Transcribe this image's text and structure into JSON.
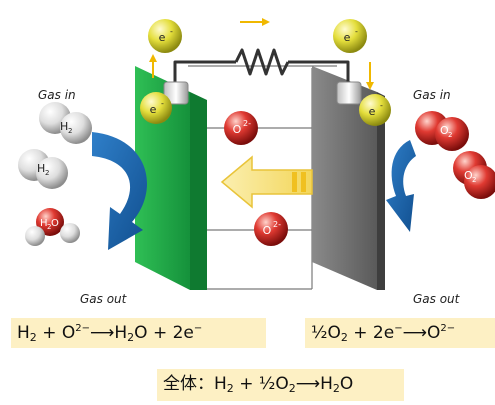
{
  "labels": {
    "gas_in_left": "Gas in",
    "gas_in_right": "Gas in",
    "gas_out_left": "Gas out",
    "gas_out_right": "Gas out"
  },
  "particles": {
    "electron": "e",
    "electron_sup": "-",
    "oxide_ion": "O",
    "oxide_sup": "2-",
    "hydrogen": "H",
    "hydrogen_sub": "2",
    "water_h": "H",
    "water_sub": "2",
    "water_o": "O",
    "oxygen": "O",
    "oxygen_sub": "2"
  },
  "equations": {
    "anode": {
      "p1": "H",
      "s1": "2",
      "p2": " + O",
      "sup1": "2−",
      "arrow": "⟶",
      "p3": "H",
      "s2": "2",
      "p4": "O + 2e",
      "sup2": "−"
    },
    "cathode": {
      "p1": "½O",
      "s1": "2",
      "p2": " + 2e",
      "sup1": "−",
      "arrow": "⟶",
      "p3": "O",
      "sup2": "2−"
    },
    "overall": {
      "prefix": "全体：",
      "p1": "H",
      "s1": "2",
      "p2": " + ½O",
      "s2": "2",
      "arrow": "⟶",
      "p3": "H",
      "s3": "2",
      "p4": "O"
    }
  },
  "colors": {
    "anode_plate": "#1fa64a",
    "cathode_plate": "#6f6f6f",
    "electron_ball": "#e2dc3a",
    "oxide_ball": "#d9302b",
    "hydrogen_ball": "#e6e6e6",
    "flow_arrow": "#1a63a8",
    "ion_arrow": "#f6e38a",
    "electron_arrow": "#f0b800",
    "equation_bg": "#fdf0c4"
  }
}
